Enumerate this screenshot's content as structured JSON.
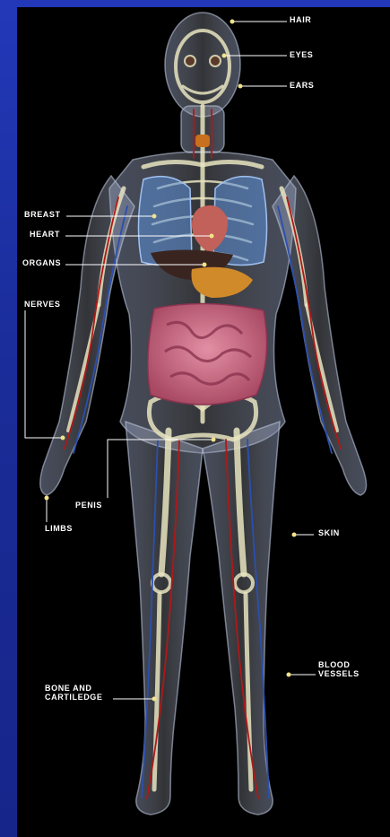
{
  "labels": {
    "hair": "HAIR",
    "eyes": "EYES",
    "ears": "EARS",
    "breast": "BREAST",
    "heart": "HEART",
    "organs": "ORGANS",
    "nerves": "NERVES",
    "limbs": "LIMBS",
    "penis": "PENIS",
    "skin": "SKIN",
    "blood_vessels": "BLOOD\nVESSELS",
    "bone_and_cartilege": "BONE AND\nCARTILEDGE"
  },
  "colors": {
    "frame_blue": "#1c2f9e",
    "panel": "#000000",
    "label_text": "#ffffff",
    "leader_dot": "#f2e28a",
    "intestine": "#c0607a",
    "lung": "#5d8fd8",
    "bone": "#e8e4c0",
    "artery": "#b01818",
    "vein": "#2b4fb0"
  }
}
